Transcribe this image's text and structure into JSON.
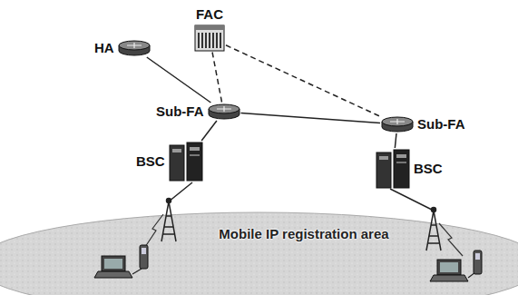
{
  "diagram": {
    "nodes": [
      {
        "text": [
          "HA"
        ]
      },
      {
        "text": [
          "FAC"
        ]
      },
      {
        "text": [
          "Sub-FA"
        ]
      },
      {
        "text": [
          "Sub-FA"
        ]
      },
      {
        "text": [
          "BSC"
        ]
      },
      {
        "text": [
          "BSC"
        ]
      },
      {
        "text": [
          "Mobile IP registration area"
        ]
      }
    ],
    "edges": [
      {
        "from": 0,
        "to": 2,
        "arrow": "none"
      },
      {
        "from": 1,
        "to": 2,
        "arrow": "none"
      },
      {
        "from": 1,
        "to": 3,
        "arrow": "none"
      },
      {
        "from": 2,
        "to": 3,
        "arrow": "none"
      },
      {
        "from": 2,
        "to": 4,
        "arrow": "none"
      },
      {
        "from": 3,
        "to": 5,
        "arrow": "none"
      }
    ]
  }
}
